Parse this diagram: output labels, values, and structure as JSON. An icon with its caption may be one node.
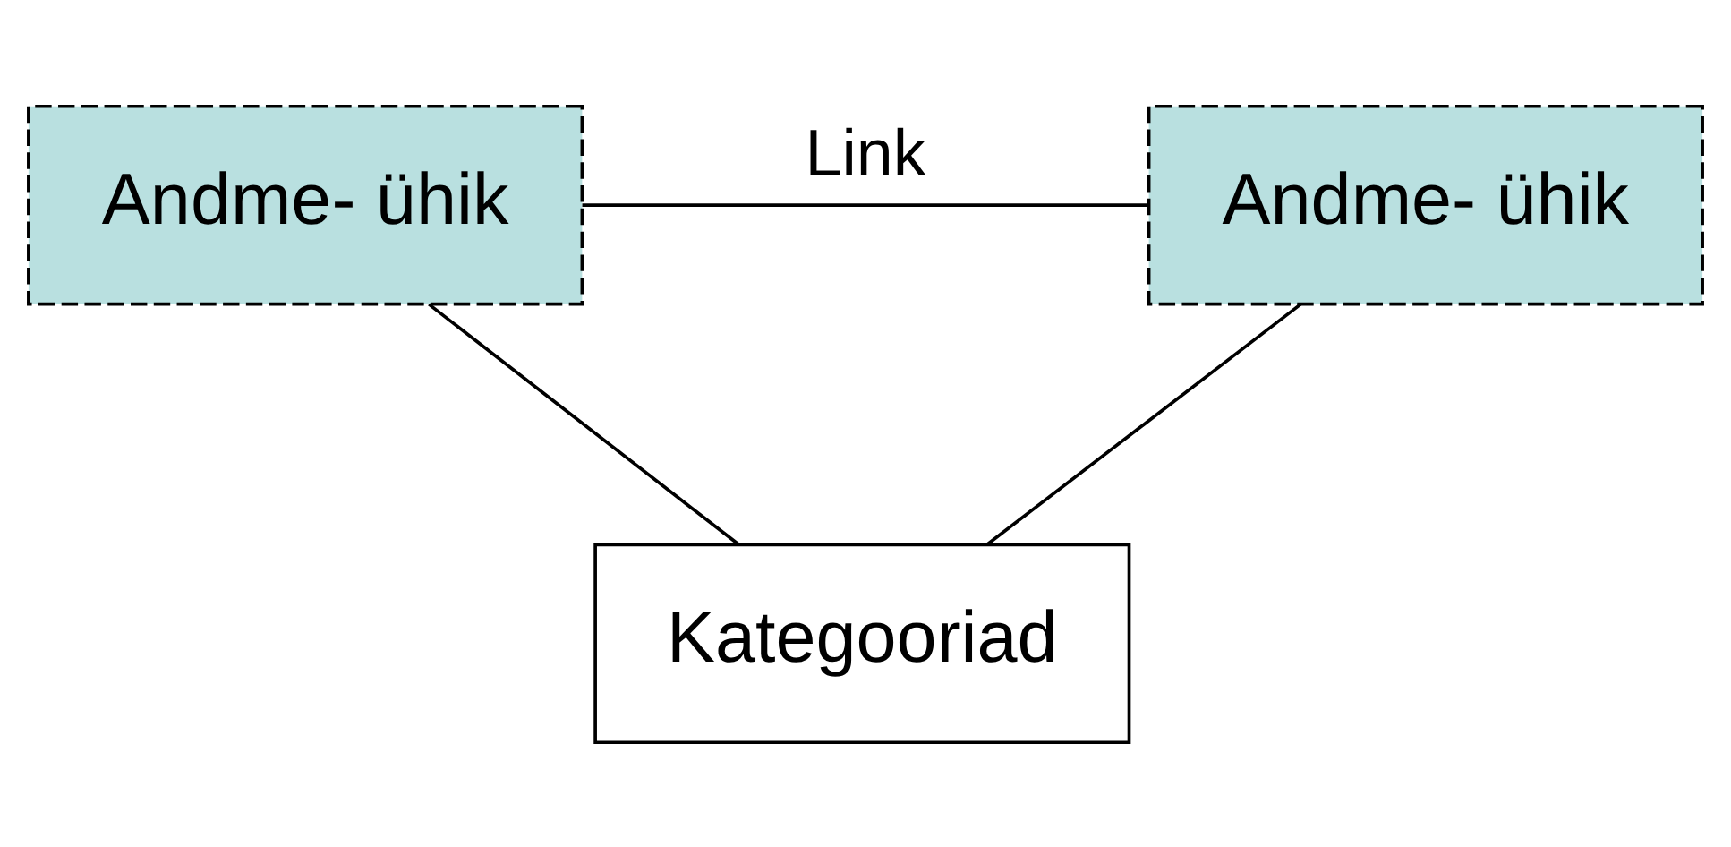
{
  "diagram": {
    "nodes": [
      {
        "text": [
          "Andme- ühik"
        ]
      },
      {
        "text": [
          "Andme- ühik"
        ]
      },
      {
        "text": [
          "Kategooriad"
        ]
      }
    ],
    "edges": [
      {
        "from": 0,
        "to": 1,
        "arrow": "none",
        "label": "Link"
      },
      {
        "from": 0,
        "to": 2,
        "arrow": "none"
      },
      {
        "from": 1,
        "to": 2,
        "arrow": "none"
      }
    ]
  }
}
